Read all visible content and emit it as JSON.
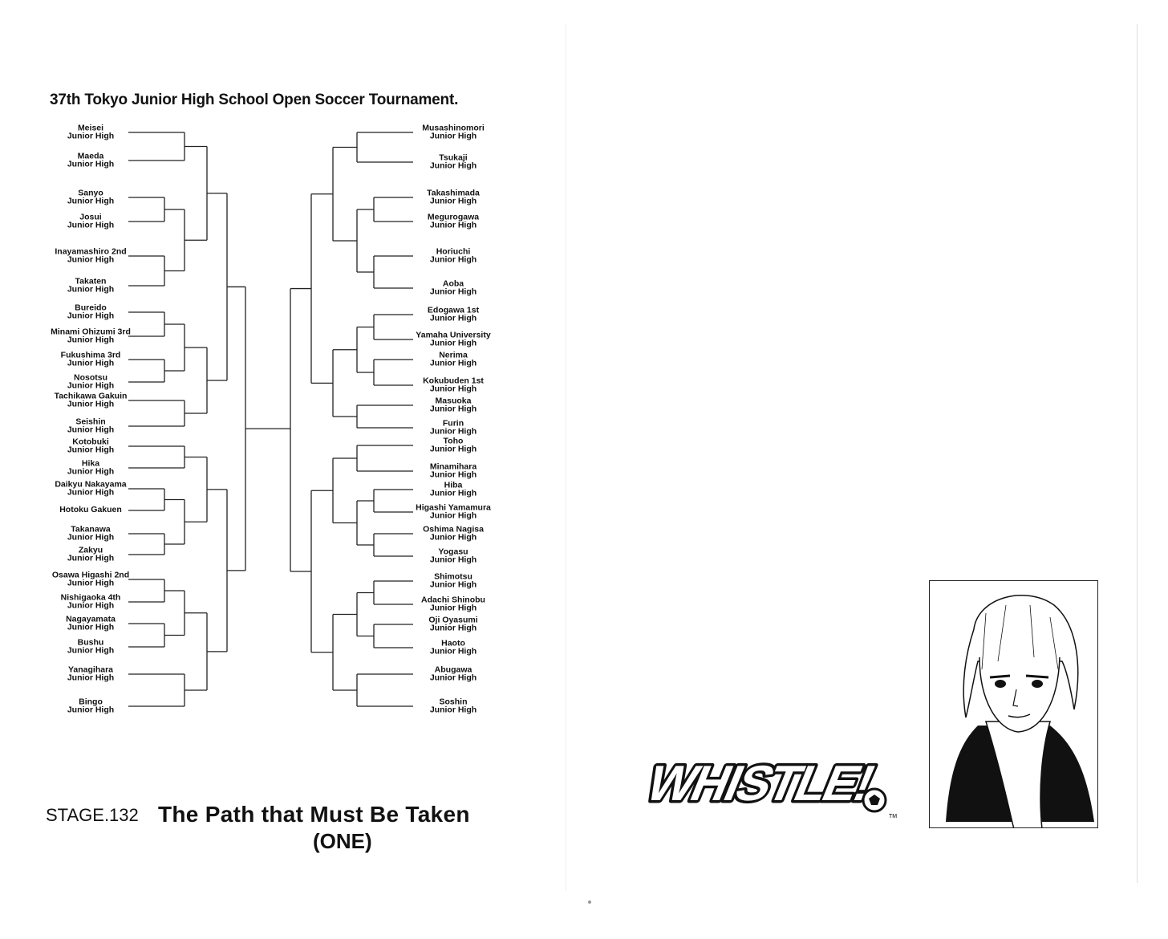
{
  "title": "37th Tokyo Junior High School Open Soccer Tournament.",
  "left_teams": [
    {
      "name": "Meisei",
      "sub": "Junior High"
    },
    {
      "name": "Maeda",
      "sub": "Junior High"
    },
    {
      "name": "Sanyo",
      "sub": "Junior High"
    },
    {
      "name": "Josui",
      "sub": "Junior High"
    },
    {
      "name": "Inayamashiro 2nd",
      "sub": "Junior High"
    },
    {
      "name": "Takaten",
      "sub": "Junior High"
    },
    {
      "name": "Bureido",
      "sub": "Junior High"
    },
    {
      "name": "Minami Ohizumi 3rd",
      "sub": "Junior High"
    },
    {
      "name": "Fukushima 3rd",
      "sub": "Junior High"
    },
    {
      "name": "Nosotsu",
      "sub": "Junior High"
    },
    {
      "name": "Tachikawa Gakuin",
      "sub": "Junior High"
    },
    {
      "name": "Seishin",
      "sub": "Junior High"
    },
    {
      "name": "Kotobuki",
      "sub": "Junior High"
    },
    {
      "name": "Hika",
      "sub": "Junior High"
    },
    {
      "name": "Daikyu Nakayama",
      "sub": "Junior High"
    },
    {
      "name": "Hotoku Gakuen",
      "sub": ""
    },
    {
      "name": "Takanawa",
      "sub": "Junior High"
    },
    {
      "name": "Zakyu",
      "sub": "Junior High"
    },
    {
      "name": "Osawa Higashi 2nd",
      "sub": "Junior High"
    },
    {
      "name": "Nishigaoka 4th",
      "sub": "Junior High"
    },
    {
      "name": "Nagayamata",
      "sub": "Junior High"
    },
    {
      "name": "Bushu",
      "sub": "Junior High"
    },
    {
      "name": "Yanagihara",
      "sub": "Junior High"
    },
    {
      "name": "Bingo",
      "sub": "Junior High"
    }
  ],
  "right_teams": [
    {
      "name": "Musashinomori",
      "sub": "Junior High"
    },
    {
      "name": "Tsukaji",
      "sub": "Junior High"
    },
    {
      "name": "Takashimada",
      "sub": "Junior High"
    },
    {
      "name": "Megurogawa",
      "sub": "Junior High"
    },
    {
      "name": "Horiuchi",
      "sub": "Junior High"
    },
    {
      "name": "Aoba",
      "sub": "Junior High"
    },
    {
      "name": "Edogawa 1st",
      "sub": "Junior High"
    },
    {
      "name": "Yamaha University",
      "sub": "Junior High"
    },
    {
      "name": "Nerima",
      "sub": "Junior High"
    },
    {
      "name": "Kokubuden 1st",
      "sub": "Junior High"
    },
    {
      "name": "Masuoka",
      "sub": "Junior High"
    },
    {
      "name": "Furin",
      "sub": "Junior High"
    },
    {
      "name": "Toho",
      "sub": "Junior High"
    },
    {
      "name": "Minamihara",
      "sub": "Junior High"
    },
    {
      "name": "Hiba",
      "sub": "Junior High"
    },
    {
      "name": "Higashi Yamamura",
      "sub": "Junior High"
    },
    {
      "name": "Oshima Nagisa",
      "sub": "Junior High"
    },
    {
      "name": "Yogasu",
      "sub": "Junior High"
    },
    {
      "name": "Shimotsu",
      "sub": "Junior High"
    },
    {
      "name": "Adachi Shinobu",
      "sub": "Junior High"
    },
    {
      "name": "Oji Oyasumi",
      "sub": "Junior High"
    },
    {
      "name": "Haoto",
      "sub": "Junior High"
    },
    {
      "name": "Abugawa",
      "sub": "Junior High"
    },
    {
      "name": "Soshin",
      "sub": "Junior High"
    }
  ],
  "chapter": {
    "stage": "STAGE.132",
    "title": "The Path that Must Be Taken",
    "subtitle": "(ONE)"
  },
  "logo": {
    "text": "WHISTLE!",
    "trademark": "TM"
  }
}
